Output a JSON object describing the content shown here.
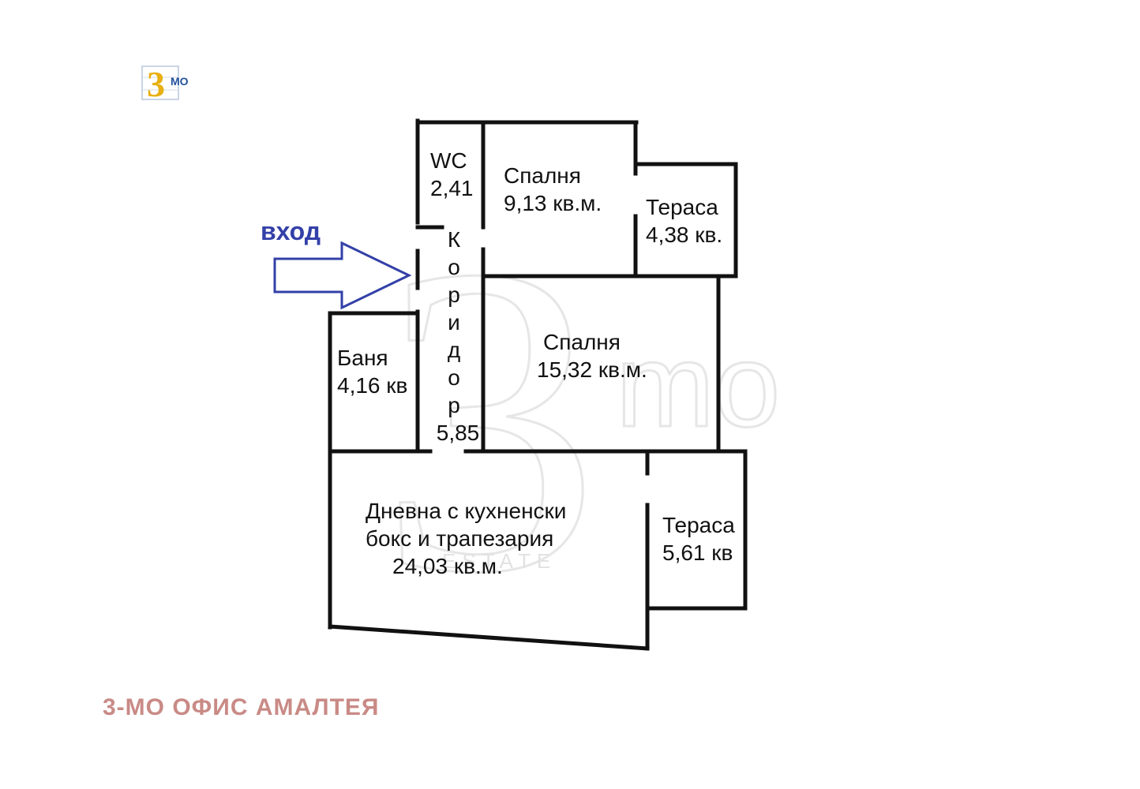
{
  "logo": {
    "digit": "3",
    "suffix": "MO"
  },
  "watermark": {
    "digit": "3",
    "suffix": "mo",
    "sub": "ESTATE"
  },
  "entrance": {
    "label": "вход",
    "color": "#3340a8"
  },
  "rooms": {
    "wc": {
      "name": "WC",
      "area": "2,41"
    },
    "bedroom_small": {
      "name": "Спалня",
      "area": "9,13 кв.м."
    },
    "terrace_top": {
      "name": "Тераса",
      "area": "4,38 кв."
    },
    "corridor": {
      "letters": [
        "К",
        "о",
        "р",
        "и",
        "д",
        "о",
        "р"
      ],
      "area": "5,85"
    },
    "bathroom": {
      "name": "Баня",
      "area": "4,16 кв"
    },
    "bedroom_large": {
      "name": "Спалня",
      "area": "15,32 кв.м."
    },
    "living": {
      "line1": "Дневна с кухненски",
      "line2": "бокс и трапезария",
      "area": "24,03 кв.м."
    },
    "terrace_bottom": {
      "name": "Тераса",
      "area": "5,61 кв"
    }
  },
  "footer": {
    "label": "3-МО ОФИС АМАЛТЕЯ",
    "color": "#c98a86"
  }
}
